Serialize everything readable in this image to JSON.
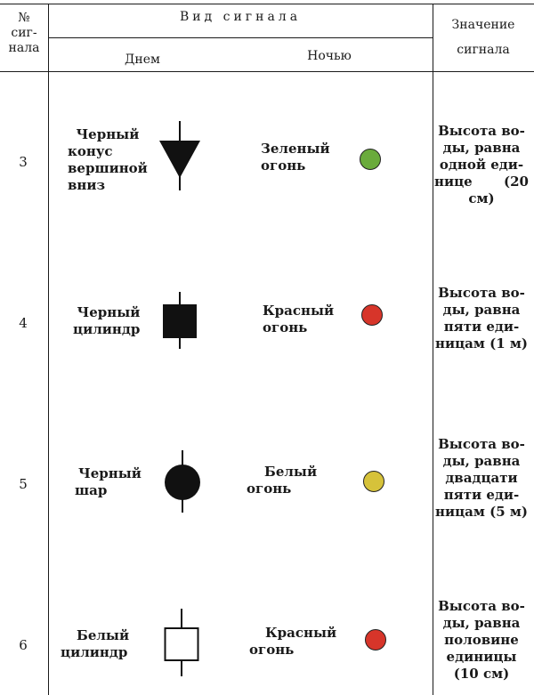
{
  "header": {
    "number": "№ сиг- нала",
    "number_lines": [
      "№",
      "сиг-",
      "нала"
    ],
    "signal_view": "Вид сигнала",
    "day": "Днем",
    "night": "Ночью",
    "meaning_lines": [
      "Значение",
      "сигнала"
    ]
  },
  "rows": [
    {
      "number": "3",
      "day_lines": [
        "Черный",
        "конус",
        "вершиной",
        "вниз"
      ],
      "day_symbol": "black-cone-point-down-icon",
      "night_lines": [
        "Зеленый",
        "огонь"
      ],
      "light_color": "#6aab3c",
      "meaning_lines": [
        "Высота во-",
        "ды, равна",
        "одной еди-",
        "нице (20 см)"
      ]
    },
    {
      "number": "4",
      "day_lines": [
        "Черный",
        "цилиндр"
      ],
      "day_symbol": "black-cylinder-icon",
      "night_lines": [
        "Красный",
        "огонь"
      ],
      "light_color": "#d7352a",
      "meaning_lines": [
        "Высота во-",
        "ды, равна",
        "пяти еди-",
        "ницам (1 м)"
      ]
    },
    {
      "number": "5",
      "day_lines": [
        "Черный",
        "шар"
      ],
      "day_symbol": "black-ball-icon",
      "night_lines": [
        "Белый",
        "огонь"
      ],
      "light_color": "#d6c23a",
      "meaning_lines": [
        "Высота во-",
        "ды, равна",
        "двадцати",
        "пяти еди-",
        "ницам (5 м)"
      ]
    },
    {
      "number": "6",
      "day_lines": [
        "Белый",
        "цилиндр"
      ],
      "day_symbol": "white-cylinder-icon",
      "night_lines": [
        "Красный",
        "огонь"
      ],
      "light_color": "#d7352a",
      "meaning_lines": [
        "Высота во-",
        "ды, равна",
        "половине",
        "единицы",
        "(10 см)"
      ]
    }
  ]
}
